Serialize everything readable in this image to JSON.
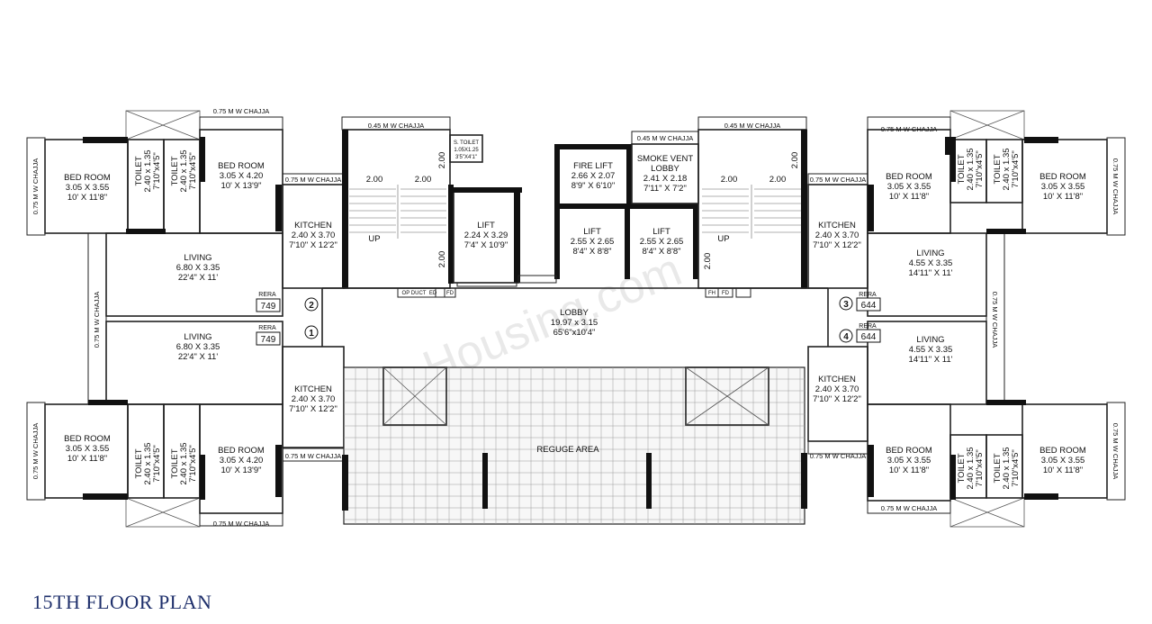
{
  "title": "15TH FLOOR PLAN",
  "watermark": "Housing.com",
  "rooms": {
    "nw_bed": {
      "name": "BED ROOM",
      "m": "3.05 X 3.55",
      "ft": "10' X 11'8\""
    },
    "nw_toilet1": {
      "name": "TOILET",
      "m": "2.40 x 1.35",
      "ft": "7'10\"x4'5\""
    },
    "nw_toilet2": {
      "name": "TOILET",
      "m": "2.40 x 1.35",
      "ft": "7'10\"x4'5\""
    },
    "nw_bed2": {
      "name": "BED ROOM",
      "m": "3.05 X 4.20",
      "ft": "10' X 13'9\""
    },
    "nw_kitchen": {
      "name": "KITCHEN",
      "m": "2.40 X 3.70",
      "ft": "7'10\" X 12'2\""
    },
    "nw_living": {
      "name": "LIVING",
      "m": "6.80 X 3.35",
      "ft": "22'4\" X 11'"
    },
    "sw_living": {
      "name": "LIVING",
      "m": "6.80 X 3.35",
      "ft": "22'4\" X 11'"
    },
    "sw_kitchen": {
      "name": "KITCHEN",
      "m": "2.40 X 3.70",
      "ft": "7'10\" X 12'2\""
    },
    "sw_bed": {
      "name": "BED ROOM",
      "m": "3.05 X 3.55",
      "ft": "10' X 11'8\""
    },
    "sw_toilet1": {
      "name": "TOILET",
      "m": "2.40 x 1.35",
      "ft": "7'10\"x4'5\""
    },
    "sw_toilet2": {
      "name": "TOILET",
      "m": "2.40 x 1.35",
      "ft": "7'10\"x4'5\""
    },
    "sw_bed2": {
      "name": "BED ROOM",
      "m": "3.05 X 4.20",
      "ft": "10' X 13'9\""
    },
    "lift1": {
      "name": "LIFT",
      "m": "2.24 X 3.29",
      "ft": "7'4\" X 10'9\""
    },
    "fire_lift": {
      "name": "FIRE LIFT",
      "m": "2.66 X 2.07",
      "ft": "8'9\" X 6'10\""
    },
    "smoke_vent": {
      "name": "SMOKE VENT",
      "name2": "LOBBY",
      "m": "2.41 X 2.18",
      "ft": "7'11\" X 7'2\""
    },
    "lift2": {
      "name": "LIFT",
      "m": "2.55 X 2.65",
      "ft": "8'4\" X 8'8\""
    },
    "lift3": {
      "name": "LIFT",
      "m": "2.55 X 2.65",
      "ft": "8'4\" X 8'8\""
    },
    "s_toilet": {
      "name": "S. TOILET",
      "m": "1.05X1.25",
      "ft": "3'5\"X4'1\""
    },
    "lobby": {
      "name": "LOBBY",
      "m": "19.97 x 3.15",
      "ft": "65'6\"x10'4\""
    },
    "refuge": {
      "name": "REGUGE AREA"
    },
    "ne_kitchen": {
      "name": "KITCHEN",
      "m": "2.40 X 3.70",
      "ft": "7'10\" X 12'2\""
    },
    "ne_bed": {
      "name": "BED ROOM",
      "m": "3.05 X 3.55",
      "ft": "10' X 11'8\""
    },
    "ne_toilet1": {
      "name": "TOILET",
      "m": "2.40 x 1.35",
      "ft": "7'10\"x4'5\""
    },
    "ne_toilet2": {
      "name": "TOILET",
      "m": "2.40 x 1.35",
      "ft": "7'10\"x4'5\""
    },
    "ne_bed2": {
      "name": "BED ROOM",
      "m": "3.05 X 3.55",
      "ft": "10' X 11'8\""
    },
    "ne_living": {
      "name": "LIVING",
      "m": "4.55 X 3.35",
      "ft": "14'11\" X 11'"
    },
    "se_living": {
      "name": "LIVING",
      "m": "4.55 X 3.35",
      "ft": "14'11\" X 11'"
    },
    "se_kitchen": {
      "name": "KITCHEN",
      "m": "2.40 X 3.70",
      "ft": "7'10\" X 12'2\""
    },
    "se_bed": {
      "name": "BED ROOM",
      "m": "3.05 X 3.55",
      "ft": "10' X 11'8\""
    },
    "se_toilet1": {
      "name": "TOILET",
      "m": "2.40 x 1.35",
      "ft": "7'10\"x4'5\""
    },
    "se_toilet2": {
      "name": "TOILET",
      "m": "2.40 x 1.35",
      "ft": "7'10\"x4'5\""
    },
    "se_bed2": {
      "name": "BED ROOM",
      "m": "3.05 X 3.55",
      "ft": "10' X 11'8\""
    }
  },
  "chajja": {
    "w075": "0.75 M W CHAJJA",
    "w045": "0.45 M W CHAJJA"
  },
  "stairs": {
    "up": "UP",
    "flight": "2.00"
  },
  "duct": {
    "opduct": "OP DUCT",
    "ed": "ED",
    "fd": "FD",
    "fh": "FH"
  },
  "rera": {
    "label": "RERA",
    "u1": "749",
    "u2": "749",
    "u3": "644",
    "u4": "644"
  },
  "units": {
    "n1": "1",
    "n2": "2",
    "n3": "3",
    "n4": "4"
  }
}
